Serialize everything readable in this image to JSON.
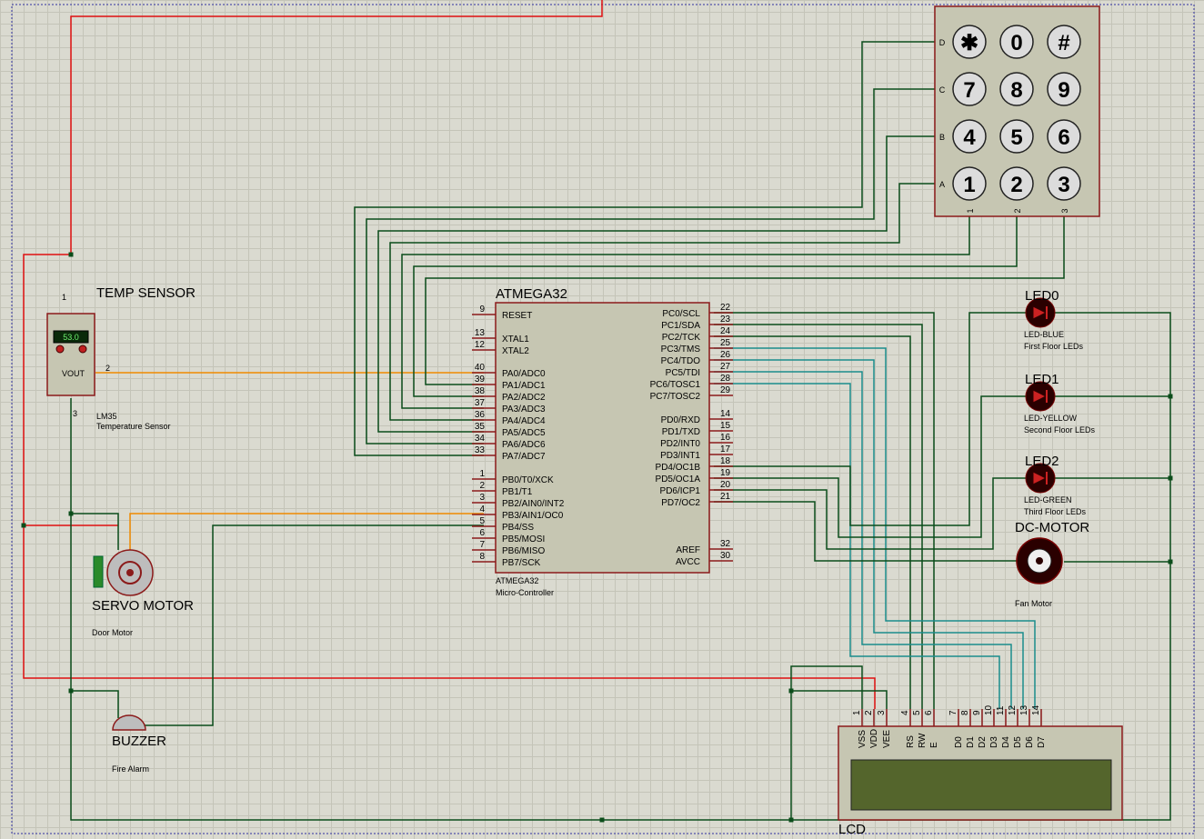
{
  "colors": {
    "wire_green": "#0b4d1a",
    "wire_red": "#e01010",
    "wire_orange": "#f08a00",
    "wire_teal": "#1a8c8c",
    "chip_fill": "#c6c6b2",
    "chip_border": "#8b1a1a"
  },
  "temp_sensor": {
    "title": "TEMP SENSOR",
    "display": "53.0",
    "vout": "VOUT",
    "model": "LM35",
    "desc": "Temperature Sensor",
    "pin1": "1",
    "pin2": "2",
    "pin3": "3"
  },
  "mcu": {
    "title": "ATMEGA32",
    "part": "ATMEGA32",
    "desc": "Micro-Controller",
    "left_pins": [
      {
        "n": "9",
        "name": "RESET"
      },
      {
        "n": "13",
        "name": "XTAL1"
      },
      {
        "n": "12",
        "name": "XTAL2"
      },
      {
        "n": "40",
        "name": "PA0/ADC0"
      },
      {
        "n": "39",
        "name": "PA1/ADC1"
      },
      {
        "n": "38",
        "name": "PA2/ADC2"
      },
      {
        "n": "37",
        "name": "PA3/ADC3"
      },
      {
        "n": "36",
        "name": "PA4/ADC4"
      },
      {
        "n": "35",
        "name": "PA5/ADC5"
      },
      {
        "n": "34",
        "name": "PA6/ADC6"
      },
      {
        "n": "33",
        "name": "PA7/ADC7"
      },
      {
        "n": "1",
        "name": "PB0/T0/XCK"
      },
      {
        "n": "2",
        "name": "PB1/T1"
      },
      {
        "n": "3",
        "name": "PB2/AIN0/INT2"
      },
      {
        "n": "4",
        "name": "PB3/AIN1/OC0"
      },
      {
        "n": "5",
        "name": "PB4/SS"
      },
      {
        "n": "6",
        "name": "PB5/MOSI"
      },
      {
        "n": "7",
        "name": "PB6/MISO"
      },
      {
        "n": "8",
        "name": "PB7/SCK"
      }
    ],
    "right_pins": [
      {
        "n": "22",
        "name": "PC0/SCL"
      },
      {
        "n": "23",
        "name": "PC1/SDA"
      },
      {
        "n": "24",
        "name": "PC2/TCK"
      },
      {
        "n": "25",
        "name": "PC3/TMS"
      },
      {
        "n": "26",
        "name": "PC4/TDO"
      },
      {
        "n": "27",
        "name": "PC5/TDI"
      },
      {
        "n": "28",
        "name": "PC6/TOSC1"
      },
      {
        "n": "29",
        "name": "PC7/TOSC2"
      },
      {
        "n": "14",
        "name": "PD0/RXD"
      },
      {
        "n": "15",
        "name": "PD1/TXD"
      },
      {
        "n": "16",
        "name": "PD2/INT0"
      },
      {
        "n": "17",
        "name": "PD3/INT1"
      },
      {
        "n": "18",
        "name": "PD4/OC1B"
      },
      {
        "n": "19",
        "name": "PD5/OC1A"
      },
      {
        "n": "20",
        "name": "PD6/ICP1"
      },
      {
        "n": "21",
        "name": "PD7/OC2"
      },
      {
        "n": "32",
        "name": "AREF"
      },
      {
        "n": "30",
        "name": "AVCC"
      }
    ]
  },
  "keypad": {
    "rows": [
      "D",
      "C",
      "B",
      "A"
    ],
    "cols": [
      "1",
      "2",
      "3"
    ],
    "keys": [
      [
        "✱",
        "0",
        "#"
      ],
      [
        "7",
        "8",
        "9"
      ],
      [
        "4",
        "5",
        "6"
      ],
      [
        "1",
        "2",
        "3"
      ]
    ]
  },
  "leds": [
    {
      "ref": "LED0",
      "type": "LED-BLUE",
      "desc": "First Floor LEDs"
    },
    {
      "ref": "LED1",
      "type": "LED-YELLOW",
      "desc": "Second Floor LEDs"
    },
    {
      "ref": "LED2",
      "type": "LED-GREEN",
      "desc": "Third Floor LEDs"
    }
  ],
  "dc_motor": {
    "ref": "DC-MOTOR",
    "desc": "Fan Motor"
  },
  "servo": {
    "ref": "SERVO MOTOR",
    "desc": "Door Motor"
  },
  "buzzer": {
    "ref": "BUZZER",
    "desc": "Fire Alarm"
  },
  "lcd": {
    "ref": "LCD",
    "pins": [
      {
        "n": "1",
        "name": "VSS"
      },
      {
        "n": "2",
        "name": "VDD"
      },
      {
        "n": "3",
        "name": "VEE"
      },
      {
        "n": "4",
        "name": "RS"
      },
      {
        "n": "5",
        "name": "RW"
      },
      {
        "n": "6",
        "name": "E"
      },
      {
        "n": "7",
        "name": "D0"
      },
      {
        "n": "8",
        "name": "D1"
      },
      {
        "n": "9",
        "name": "D2"
      },
      {
        "n": "10",
        "name": "D3"
      },
      {
        "n": "11",
        "name": "D4"
      },
      {
        "n": "12",
        "name": "D5"
      },
      {
        "n": "13",
        "name": "D6"
      },
      {
        "n": "14",
        "name": "D7"
      }
    ]
  }
}
